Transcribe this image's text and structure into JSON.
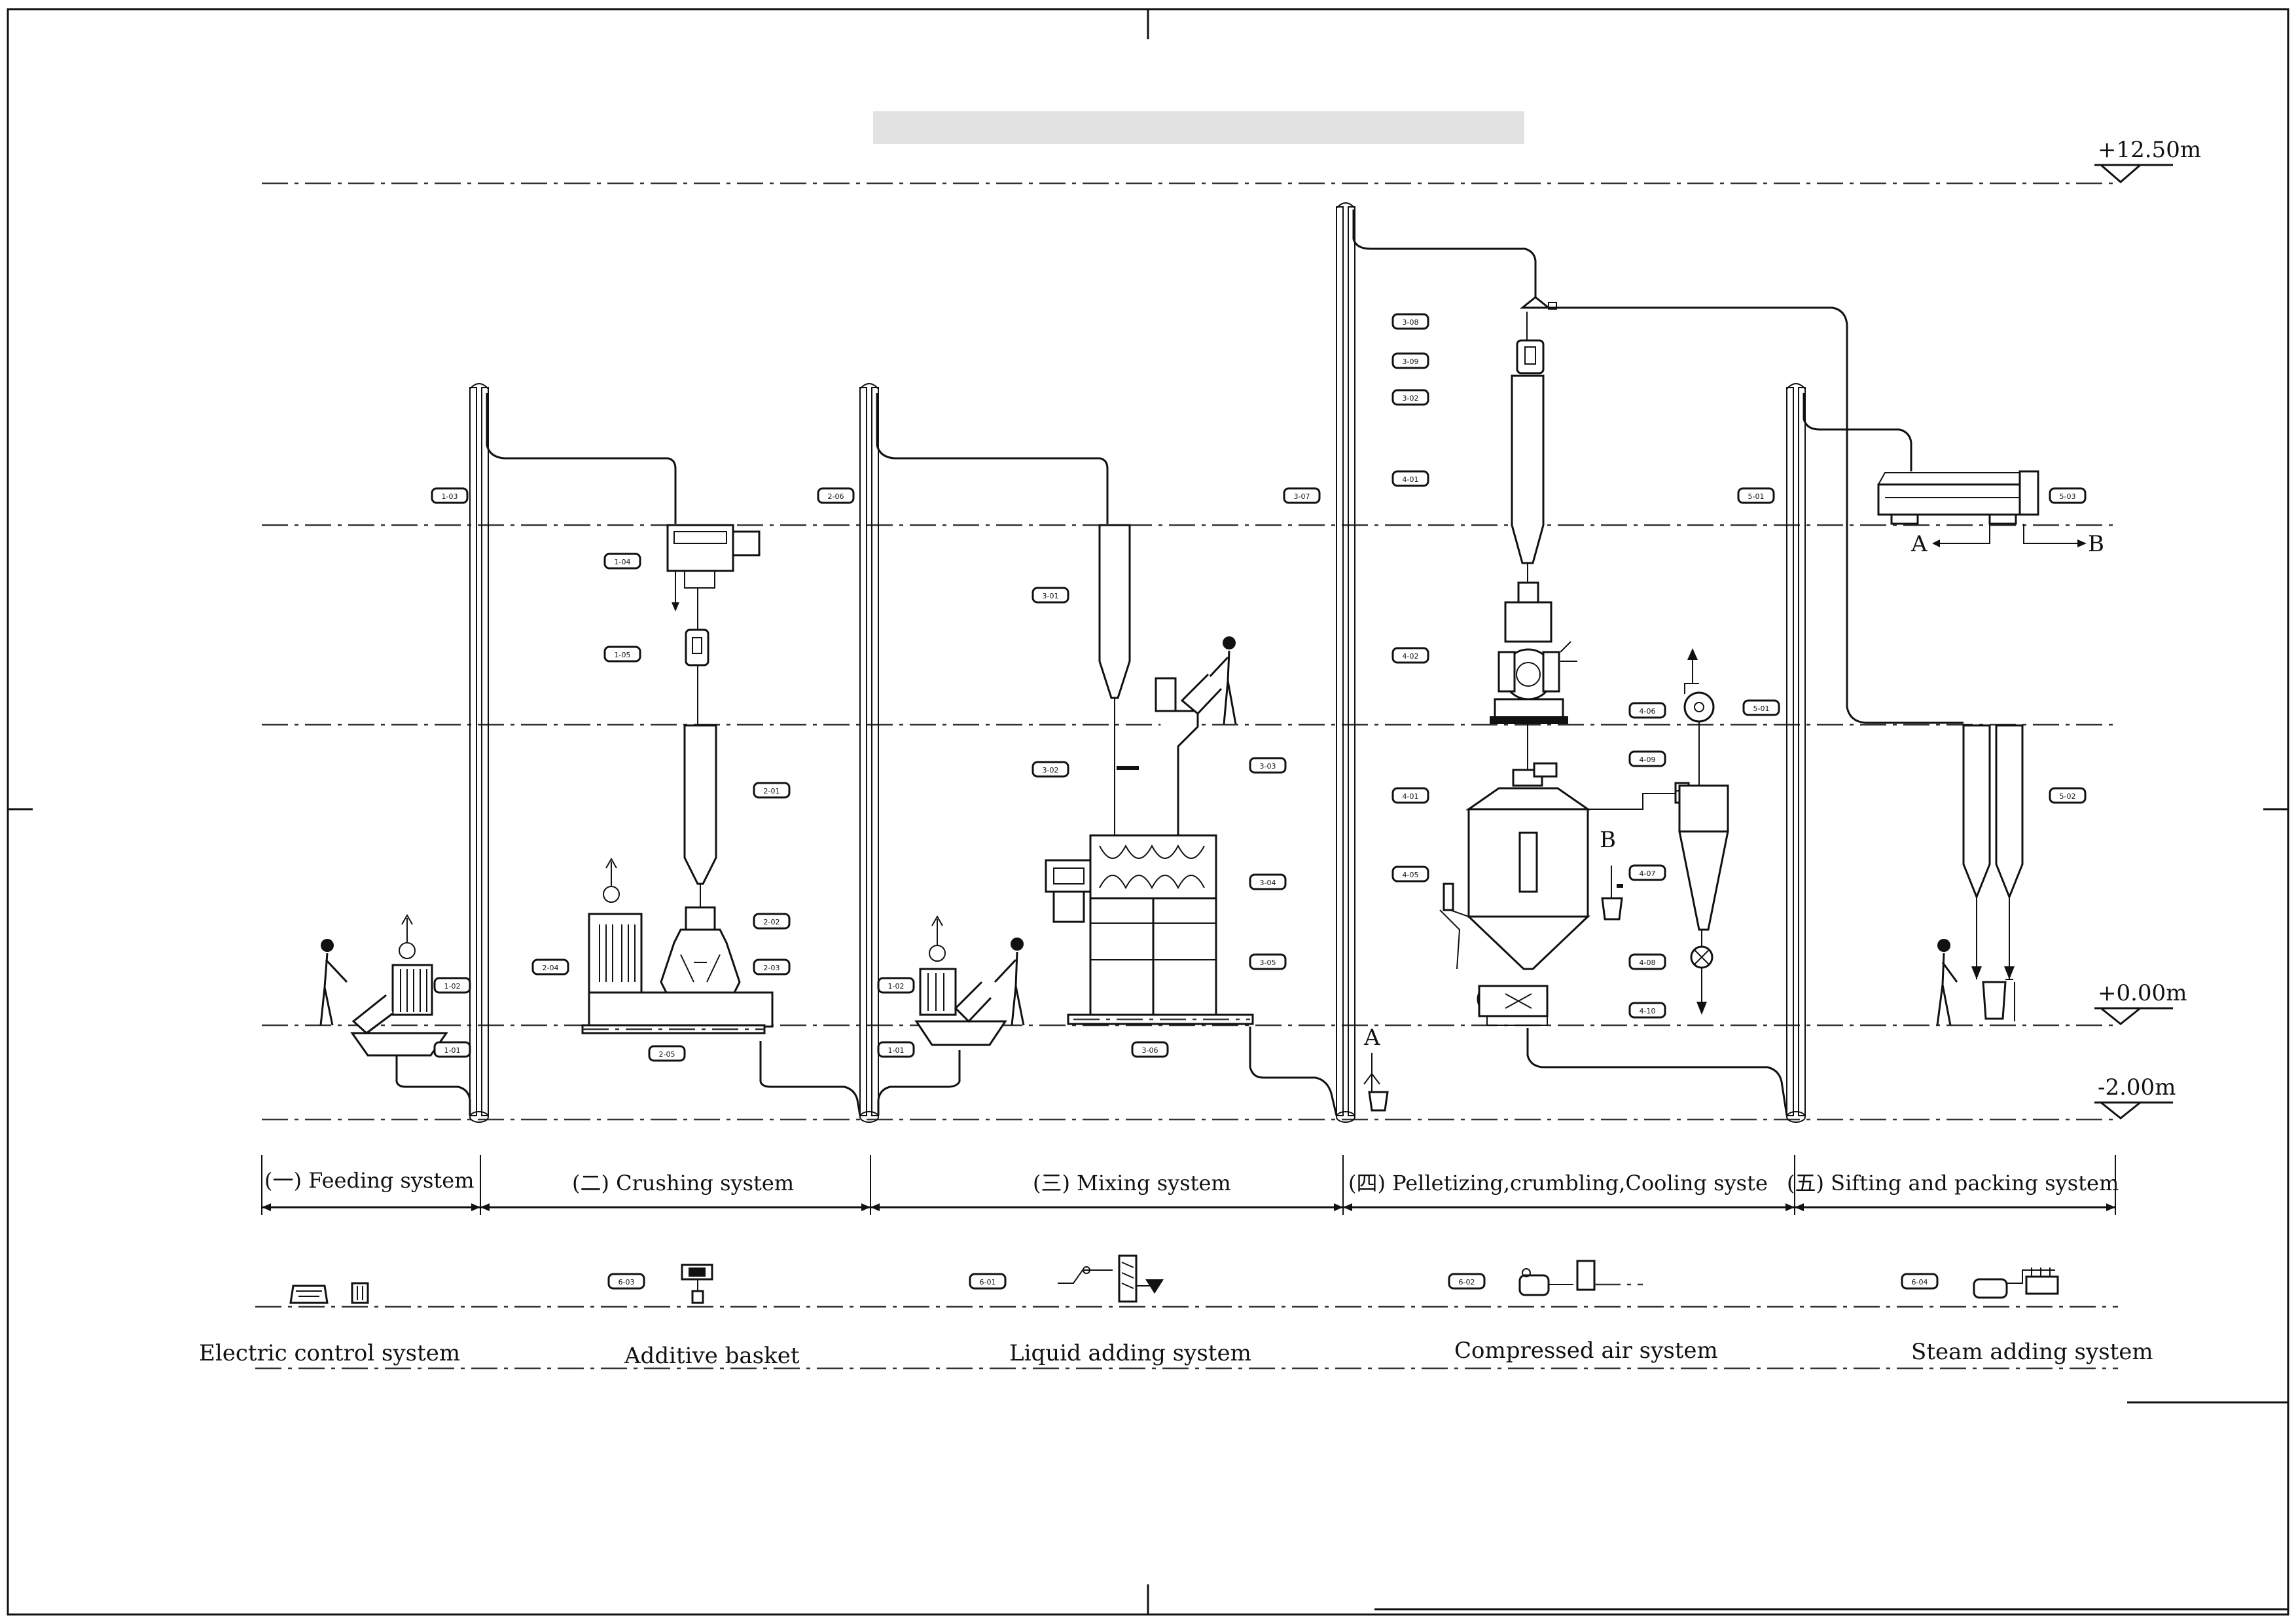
{
  "levels": {
    "top": "+12.50m",
    "ground": "+0.00m",
    "basement": "-2.00m"
  },
  "systems": [
    {
      "key": "feeding",
      "label": "(一) Feeding system"
    },
    {
      "key": "crushing",
      "label": "(二) Crushing system"
    },
    {
      "key": "mixing",
      "label": "(三) Mixing system"
    },
    {
      "key": "pelletizing",
      "label": "(四) Pelletizing,crumbling,Cooling syste"
    },
    {
      "key": "sifting",
      "label": "(五) Sifting and packing system"
    }
  ],
  "aux_systems": [
    {
      "key": "electric",
      "label": "Electric control system"
    },
    {
      "key": "additive",
      "label": "Additive basket",
      "tag": "6-03"
    },
    {
      "key": "liquid",
      "label": "Liquid adding system",
      "tag": "6-01"
    },
    {
      "key": "compressed",
      "label": "Compressed air system",
      "tag": "6-02"
    },
    {
      "key": "steam",
      "label": "Steam adding system",
      "tag": "6-04"
    }
  ],
  "tags": {
    "t1_03": "1-03",
    "t1_04": "1-04",
    "t1_05": "1-05",
    "t1_02a": "1-02",
    "t1_01a": "1-01",
    "t2_06": "2-06",
    "t2_01": "2-01",
    "t2_02": "2-02",
    "t2_03": "2-03",
    "t2_04": "2-04",
    "t2_05": "2-05",
    "t1_02b": "1-02",
    "t1_01b": "1-01",
    "t3_01": "3-01",
    "t3_02": "3-02",
    "t3_03": "3-03",
    "t3_04": "3-04",
    "t3_05": "3-05",
    "t3_06": "3-06",
    "t3_07": "3-07",
    "t3_08": "3-08",
    "t3_09": "3-09",
    "t3_02b": "3-02",
    "t4_01a": "4-01",
    "t4_02": "4-02",
    "t4_01b": "4-01",
    "t4_05": "4-05",
    "t4_06": "4-06",
    "t4_09": "4-09",
    "t4_07": "4-07",
    "t4_08": "4-08",
    "t4_10": "4-10",
    "t5_01a": "5-01",
    "t5_01b": "5-01",
    "t5_03": "5-03",
    "t5_02": "5-02"
  },
  "markers": {
    "a": "A",
    "b": "B",
    "a2": "A",
    "b2": "B"
  }
}
